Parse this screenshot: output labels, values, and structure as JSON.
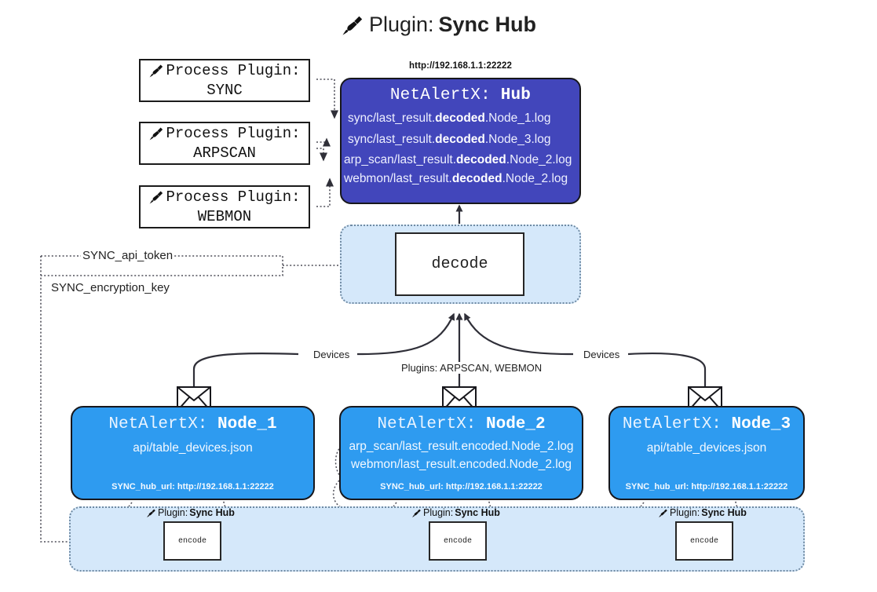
{
  "title": {
    "icon": "plug-icon",
    "prefix": "Plugin: ",
    "name": "Sync Hub"
  },
  "hub": {
    "url_label": "http://192.168.1.1:22222",
    "title_prefix": "NetAlertX: ",
    "title_name": "Hub",
    "lines": [
      {
        "pre": "sync/last_result.",
        "mid": "decoded",
        "post": ".Node_1.log"
      },
      {
        "pre": "sync/last_result.",
        "mid": "decoded",
        "post": ".Node_3.log"
      },
      {
        "pre": "arp_scan/last_result.",
        "mid": "decoded",
        "post": ".Node_2.log"
      },
      {
        "pre": "webmon/last_result.",
        "mid": "decoded",
        "post": ".Node_2.log"
      }
    ]
  },
  "process_plugins": [
    {
      "icon": "plug-icon",
      "line1": "Process Plugin:",
      "line2": "SYNC"
    },
    {
      "icon": "plug-icon",
      "line1": "Process Plugin:",
      "line2": "ARPSCAN"
    },
    {
      "icon": "plug-icon",
      "line1": "Process Plugin:",
      "line2": "WEBMON"
    }
  ],
  "decode": {
    "label": "decode"
  },
  "settings": {
    "api_token": "SYNC_api_token",
    "encryption_key": "SYNC_encryption_key"
  },
  "edge_labels": {
    "devices_left": "Devices",
    "devices_right": "Devices",
    "plugins_center": "Plugins: ARPSCAN, WEBMON"
  },
  "nodes": [
    {
      "icon": "envelope-icon",
      "title_prefix": "NetAlertX: ",
      "title_name": "Node_1",
      "lines": [
        "api/table_devices.json"
      ],
      "footer": "SYNC_hub_url: http://192.168.1.1:22222"
    },
    {
      "icon": "envelope-icon",
      "title_prefix": "NetAlertX: ",
      "title_name": "Node_2",
      "lines": [
        "arp_scan/last_result.encoded.Node_2.log",
        "webmon/last_result.encoded.Node_2.log"
      ],
      "footer": "SYNC_hub_url: http://192.168.1.1:22222"
    },
    {
      "icon": "envelope-icon",
      "title_prefix": "NetAlertX: ",
      "title_name": "Node_3",
      "lines": [
        "api/table_devices.json"
      ],
      "footer": "SYNC_hub_url: http://192.168.1.1:22222"
    }
  ],
  "encoders": [
    {
      "icon": "plug-icon",
      "caption_prefix": "Plugin: ",
      "caption_name": "Sync Hub",
      "label": "encode"
    },
    {
      "icon": "plug-icon",
      "caption_prefix": "Plugin: ",
      "caption_name": "Sync Hub",
      "label": "encode"
    },
    {
      "icon": "plug-icon",
      "caption_prefix": "Plugin: ",
      "caption_name": "Sync Hub",
      "label": "encode"
    }
  ],
  "colors": {
    "hub": "#4246bb",
    "node": "#2e9bf0",
    "container": "#d5e8fa",
    "stroke": "#3b3b47"
  }
}
